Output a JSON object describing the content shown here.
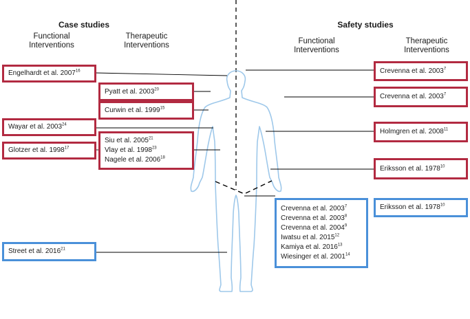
{
  "headers": {
    "case_studies": "Case studies",
    "safety_studies": "Safety studies",
    "functional_left": [
      "Functional",
      "Interventions"
    ],
    "therapeutic_left": [
      "Therapeutic",
      "Interventions"
    ],
    "functional_right": [
      "Functional",
      "Interventions"
    ],
    "therapeutic_right": [
      "Therapeutic",
      "Interventions"
    ]
  },
  "colors": {
    "red_box": "#b22a41",
    "blue_box": "#4a90d9",
    "body_outline": "#9ec8ea",
    "divider": "#000000"
  },
  "boxes": {
    "engelhardt": {
      "text": "Engelhardt et al. 2007",
      "sup": "16",
      "color": "red"
    },
    "pyatt": {
      "text": "Pyatt et al. 2003",
      "sup": "20",
      "color": "red"
    },
    "curwin": {
      "text": "Curwin et al. 1999",
      "sup": "15",
      "color": "red"
    },
    "wayar": {
      "text": "Wayar et al. 2003",
      "sup": "24",
      "color": "red"
    },
    "glotzer": {
      "text": "Glotzer et al. 1998",
      "sup": "17",
      "color": "red"
    },
    "siu_group": {
      "color": "red",
      "entries": [
        {
          "text": "Siu et al. 2005",
          "sup": "21"
        },
        {
          "text": "Vlay et al. 1998",
          "sup": "23"
        },
        {
          "text": "Nagele et al. 2006",
          "sup": "18"
        }
      ]
    },
    "street": {
      "text": "Street et al. 2016",
      "sup": "21",
      "color": "blue"
    },
    "crevenna_1": {
      "text": "Crevenna et al. 2003",
      "sup": "7",
      "color": "red"
    },
    "crevenna_2": {
      "text": "Crevenna et al. 2003",
      "sup": "7",
      "color": "red"
    },
    "holmgren": {
      "text": "Holmgren et al. 2008",
      "sup": "11",
      "color": "red"
    },
    "eriksson_red": {
      "text": "Eriksson et al. 1978",
      "sup": "10",
      "color": "red"
    },
    "eriksson_blue": {
      "text": "Eriksson et al. 1978",
      "sup": "10",
      "color": "blue"
    },
    "crevenna_group": {
      "color": "blue",
      "entries": [
        {
          "text": "Crevenna et al. 2003",
          "sup": "7"
        },
        {
          "text": "Crevenna et al. 2003",
          "sup": "8"
        },
        {
          "text": "Crevenna et al. 2004",
          "sup": "9"
        },
        {
          "text": "Iwatsu et al. 2015",
          "sup": "12"
        },
        {
          "text": "Kamiya et al. 2016",
          "sup": "13"
        },
        {
          "text": "Wiesinger et al. 2001",
          "sup": "14"
        }
      ]
    }
  }
}
